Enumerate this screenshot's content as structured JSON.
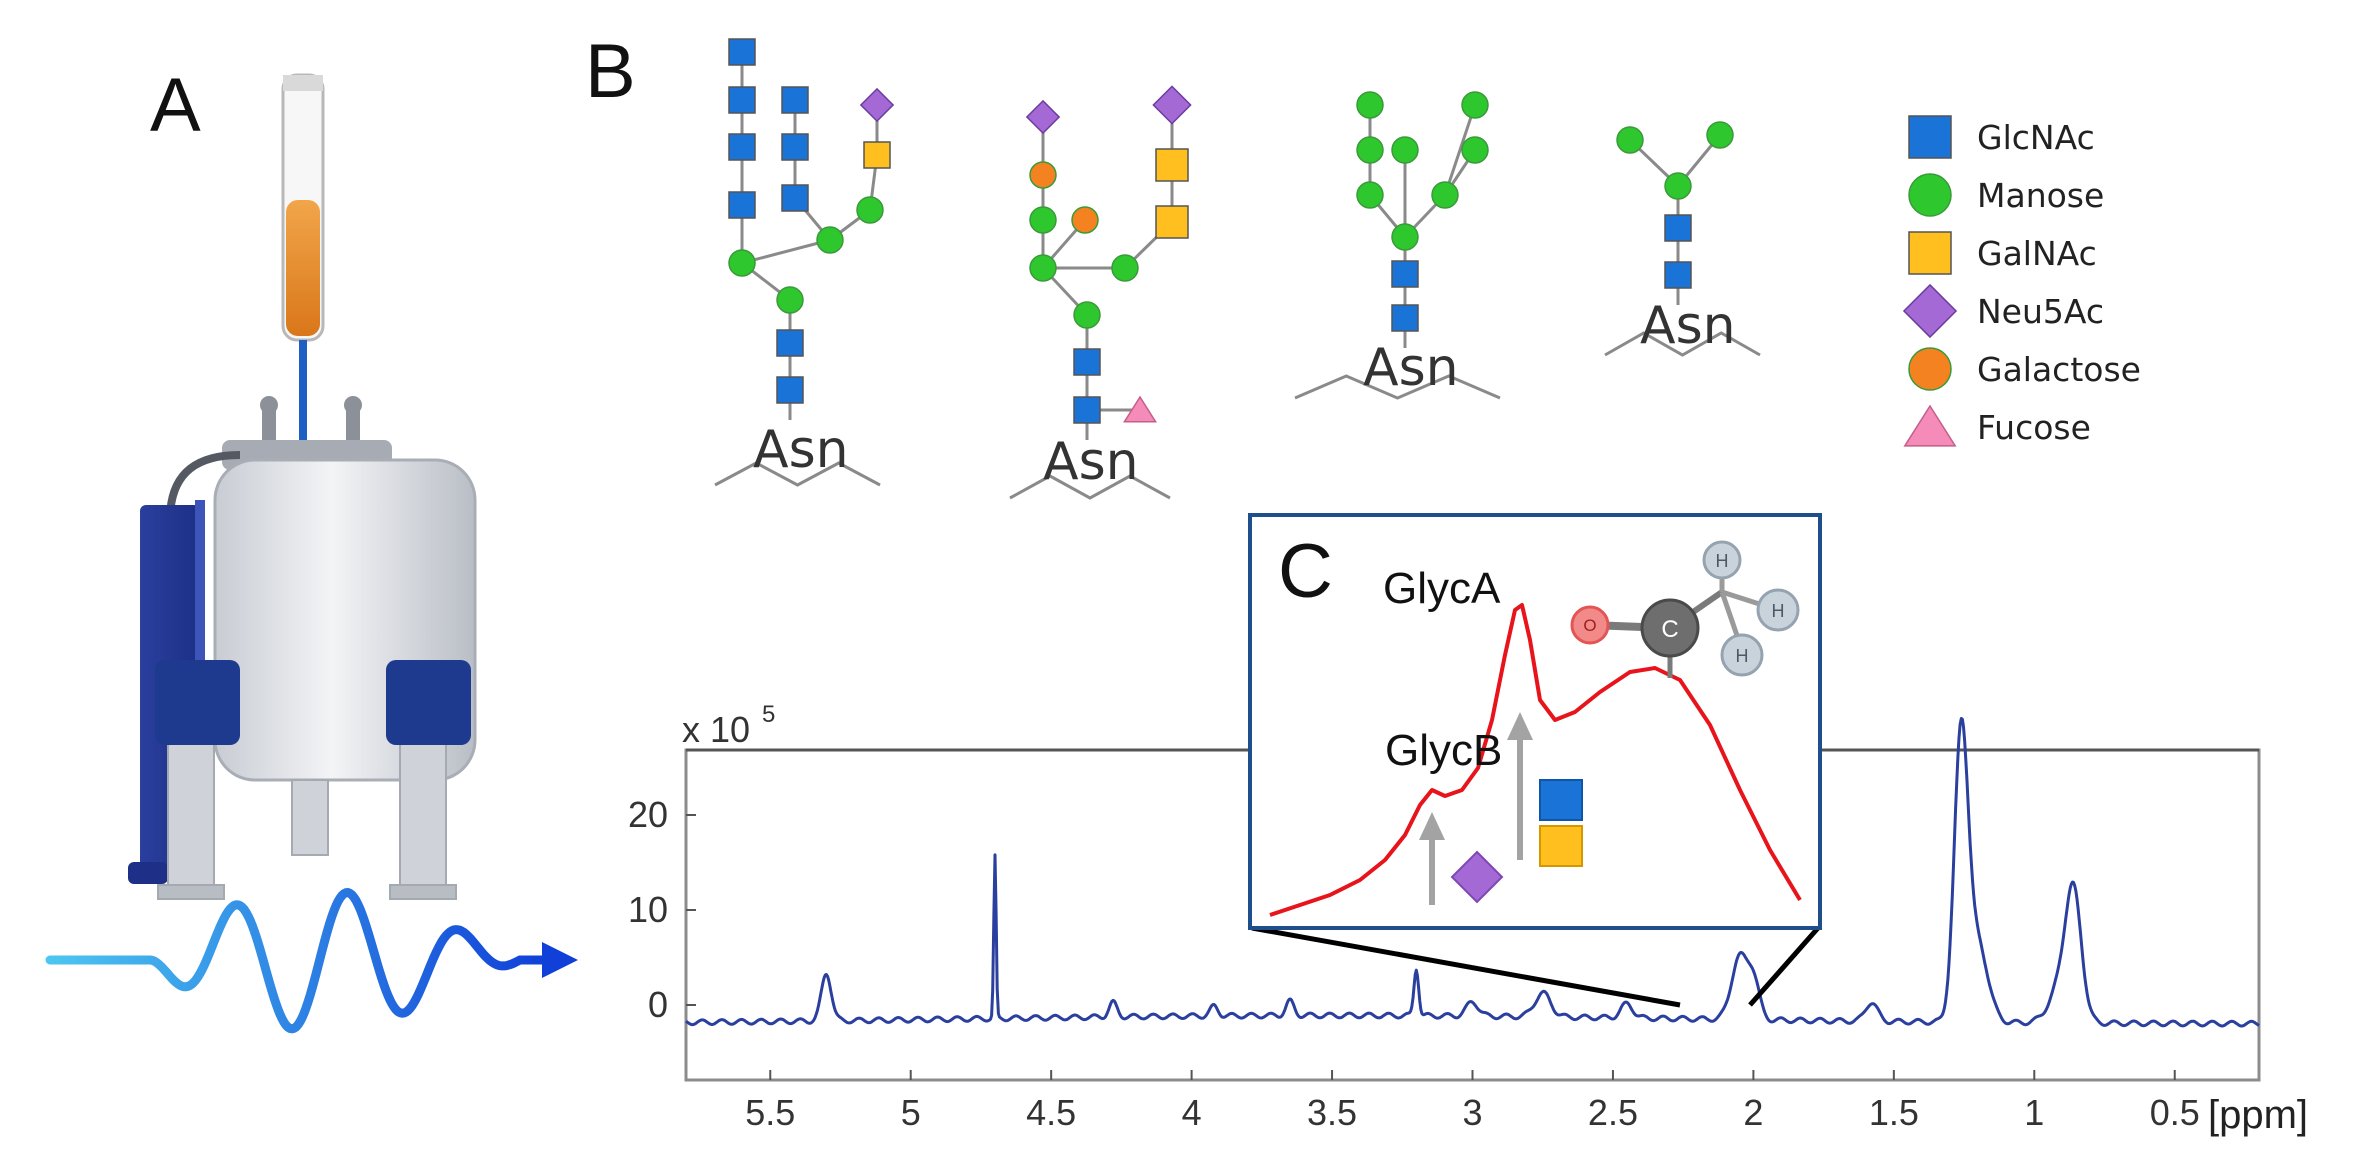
{
  "panels": {
    "a": {
      "letter": "A"
    },
    "b": {
      "letter": "B"
    },
    "c": {
      "letter": "C",
      "peak_a": "GlycA",
      "peak_b": "GlycB"
    }
  },
  "glycans": {
    "asn_label": "Asn"
  },
  "legend": [
    {
      "label": "GlcNAc",
      "shape": "square",
      "color": "#1a73d6"
    },
    {
      "label": "Manose",
      "shape": "circle",
      "color": "#2ec82e"
    },
    {
      "label": "GalNAc",
      "shape": "square",
      "color": "#ffbf1f"
    },
    {
      "label": "Neu5Ac",
      "shape": "diamond",
      "color": "#a569d6"
    },
    {
      "label": "Galactose",
      "shape": "circle",
      "color": "#f58220"
    },
    {
      "label": "Fucose",
      "shape": "triangle",
      "color": "#f58bb8"
    }
  ],
  "molecule": {
    "atoms": [
      "O",
      "C",
      "H",
      "H",
      "H"
    ]
  },
  "spectrum": {
    "y_multiplier": "x 10",
    "y_exponent": "5",
    "x_unit": "[ppm]",
    "x_ticks": [
      "5.5",
      "5",
      "4.5",
      "4",
      "3.5",
      "3",
      "2.5",
      "2",
      "1.5",
      "1",
      "0.5"
    ],
    "y_ticks": [
      "20",
      "10",
      "0"
    ],
    "colors": {
      "spectrum": "#2a3f9e",
      "inset": "#e8141c",
      "frame": "#1f4e8c"
    }
  }
}
